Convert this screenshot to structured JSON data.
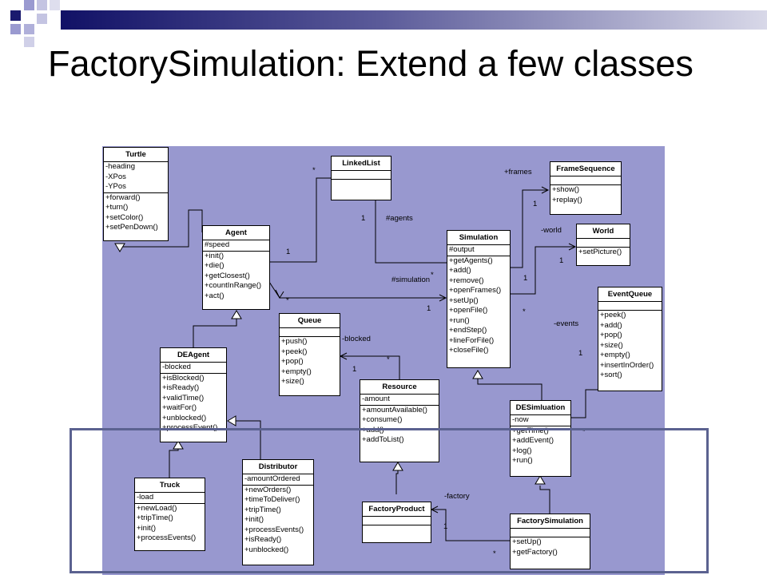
{
  "title": "FactorySimulation: Extend a few classes",
  "classes": {
    "turtle": {
      "name": "Turtle",
      "attrs": [
        "-heading",
        "-XPos",
        "-YPos"
      ],
      "ops": [
        "+forward()",
        "+turn()",
        "+setColor()",
        "+setPenDown()"
      ]
    },
    "agent": {
      "name": "Agent",
      "attrs": [
        "#speed"
      ],
      "ops": [
        "+init()",
        "+die()",
        "+getClosest()",
        "+countInRange()",
        "+act()"
      ]
    },
    "linkedlist": {
      "name": "LinkedList"
    },
    "framesequence": {
      "name": "FrameSequence",
      "ops": [
        "+show()",
        "+replay()"
      ]
    },
    "world": {
      "name": "World",
      "ops": [
        "+setPicture()"
      ]
    },
    "simulation": {
      "name": "Simulation",
      "attrs": [
        "#output"
      ],
      "ops": [
        "+getAgents()",
        "+add()",
        "+remove()",
        "+openFrames()",
        "+setUp()",
        "+openFile()",
        "+run()",
        "+endStep()",
        "+lineForFile()",
        "+closeFile()"
      ]
    },
    "eventqueue": {
      "name": "EventQueue",
      "ops": [
        "+peek()",
        "+add()",
        "+pop()",
        "+size()",
        "+empty()",
        "+insertInOrder()",
        "+sort()"
      ]
    },
    "queue": {
      "name": "Queue",
      "ops": [
        "+push()",
        "+peek()",
        "+pop()",
        "+empty()",
        "+size()"
      ]
    },
    "deagent": {
      "name": "DEAgent",
      "attrs": [
        "-blocked"
      ],
      "ops": [
        "+isBlocked()",
        "+isReady()",
        "+validTime()",
        "+waitFor()",
        "+unblocked()",
        "+processEvent()"
      ]
    },
    "resource": {
      "name": "Resource",
      "attrs": [
        "-amount"
      ],
      "ops": [
        "+amountAvailable()",
        "+consume()",
        "+add()",
        "+addToList()"
      ]
    },
    "desimulation": {
      "name": "DESimluation",
      "attrs": [
        "-now"
      ],
      "ops": [
        "+getTime()",
        "+addEvent()",
        "+log()",
        "+run()"
      ]
    },
    "truck": {
      "name": "Truck",
      "attrs": [
        "-load"
      ],
      "ops": [
        "+newLoad()",
        "+tripTime()",
        "+init()",
        "+processEvents()"
      ]
    },
    "distributor": {
      "name": "Distributor",
      "attrs": [
        "-amountOrdered"
      ],
      "ops": [
        "+newOrders()",
        "+timeToDeliver()",
        "+tripTime()",
        "+init()",
        "+processEvents()",
        "+isReady()",
        "+unblocked()"
      ]
    },
    "factoryproduct": {
      "name": "FactoryProduct"
    },
    "factorysimulation": {
      "name": "FactorySimulation",
      "ops": [
        "+setUp()",
        "+getFactory()"
      ]
    }
  },
  "labels": {
    "frames": "+frames",
    "agents": "#agents",
    "world": "-world",
    "simulation": "#simulation",
    "events": "-events",
    "blocked": "-blocked",
    "factory": "-factory",
    "one": "1",
    "many": "*"
  }
}
